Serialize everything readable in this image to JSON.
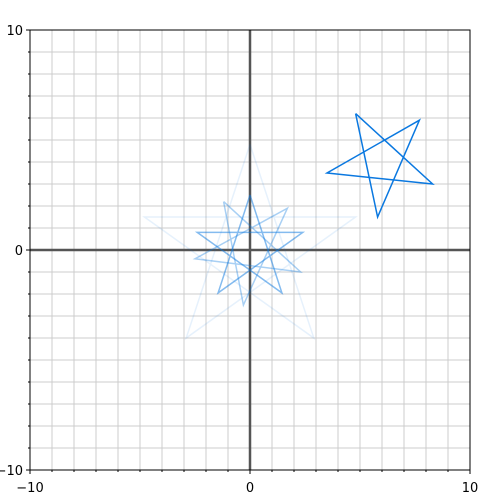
{
  "chart_data": {
    "type": "line",
    "title": "",
    "xlabel": "",
    "ylabel": "",
    "xlim": [
      -10,
      10
    ],
    "ylim": [
      -10,
      10
    ],
    "grid": true,
    "minor_grid_step": 1,
    "axes_through_origin": true,
    "colors": {
      "grid": "#cccccc",
      "axis": "#555555",
      "frame": "#000000",
      "star": "#0a78e0"
    },
    "tick_labels": {
      "x": [
        {
          "value": -10,
          "label": "−10"
        },
        {
          "value": 0,
          "label": "0"
        },
        {
          "value": 10,
          "label": "10"
        }
      ],
      "y": [
        {
          "value": 10,
          "label": "10"
        },
        {
          "value": 0,
          "label": "0"
        },
        {
          "value": -10,
          "label": "−10"
        }
      ]
    },
    "series": [
      {
        "opacity": 0.1,
        "points": [
          [
            0.0,
            4.8
          ],
          [
            2.9,
            -4.0
          ],
          [
            -4.8,
            1.5
          ],
          [
            4.8,
            1.5
          ],
          [
            -2.9,
            -4.0
          ],
          [
            0.0,
            4.8
          ]
        ]
      },
      {
        "opacity": 0.35,
        "points": [
          [
            -1.2,
            2.2
          ],
          [
            2.3,
            -1.0
          ],
          [
            -2.5,
            -0.4
          ],
          [
            1.7,
            1.9
          ],
          [
            -0.3,
            -2.5
          ],
          [
            -1.2,
            2.2
          ]
        ]
      },
      {
        "opacity": 0.5,
        "points": [
          [
            0.0,
            2.5
          ],
          [
            1.45,
            -1.95
          ],
          [
            -2.4,
            0.8
          ],
          [
            2.4,
            0.8
          ],
          [
            -1.45,
            -1.95
          ],
          [
            0.0,
            2.5
          ]
        ]
      },
      {
        "opacity": 1.0,
        "points": [
          [
            4.8,
            6.2
          ],
          [
            8.3,
            3.0
          ],
          [
            3.5,
            3.5
          ],
          [
            7.7,
            5.9
          ],
          [
            5.8,
            1.5
          ],
          [
            4.8,
            6.2
          ]
        ]
      }
    ]
  }
}
